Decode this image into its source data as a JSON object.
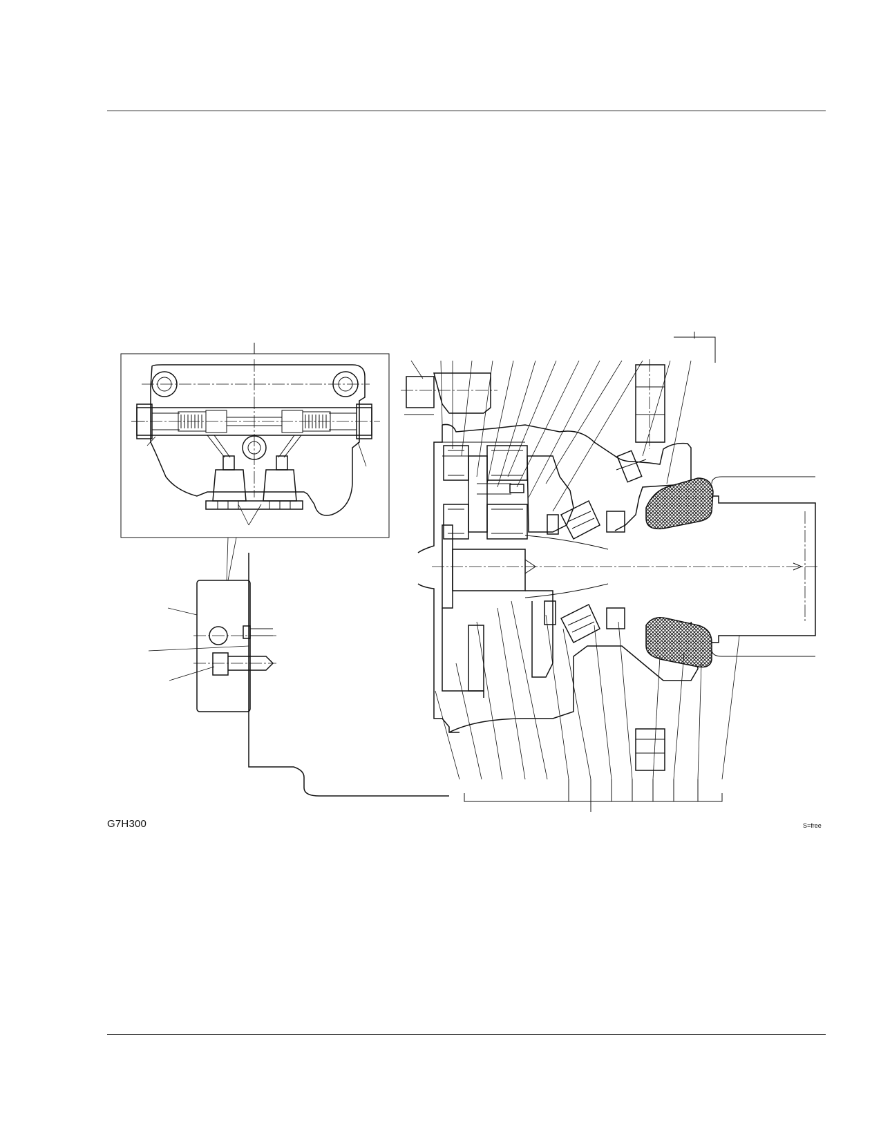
{
  "figure": {
    "code": "G7H300",
    "scale_note": "S=free"
  },
  "icons": {
    "detail_view": "valve-block-cross-section",
    "block_view": "valve-block-side-view",
    "main_view": "motor-gearbox-cross-section"
  }
}
